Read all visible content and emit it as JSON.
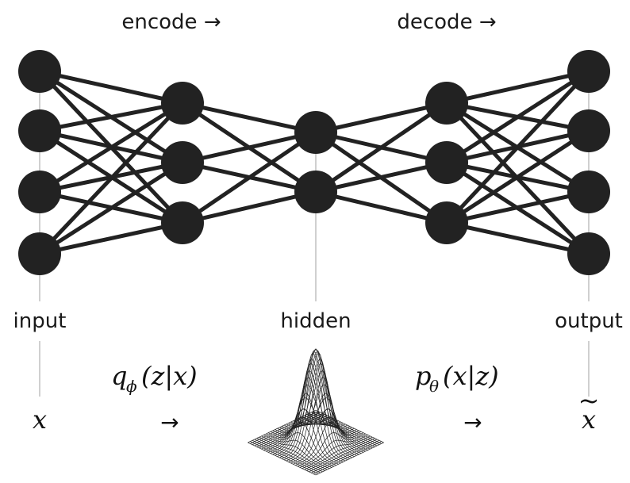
{
  "header": {
    "encode_label": "encode →",
    "decode_label": "decode →"
  },
  "layers": {
    "input_label": "input",
    "hidden_label": "hidden",
    "output_label": "output"
  },
  "network": {
    "layer_sizes": [
      4,
      3,
      2,
      3,
      4
    ]
  },
  "math": {
    "input_symbol": "x",
    "encoder_fn": "q",
    "encoder_param": "ϕ",
    "encoder_args": "(z|x)",
    "decoder_fn": "p",
    "decoder_param": "θ",
    "decoder_args": "(x|z)",
    "output_symbol": "x",
    "output_accent": "~",
    "arrow": "→"
  },
  "colors": {
    "node": "#222222",
    "edge": "#222222",
    "guide": "#d0d0d0"
  },
  "icons": {
    "distribution": "gaussian-wireframe-surface-icon"
  }
}
